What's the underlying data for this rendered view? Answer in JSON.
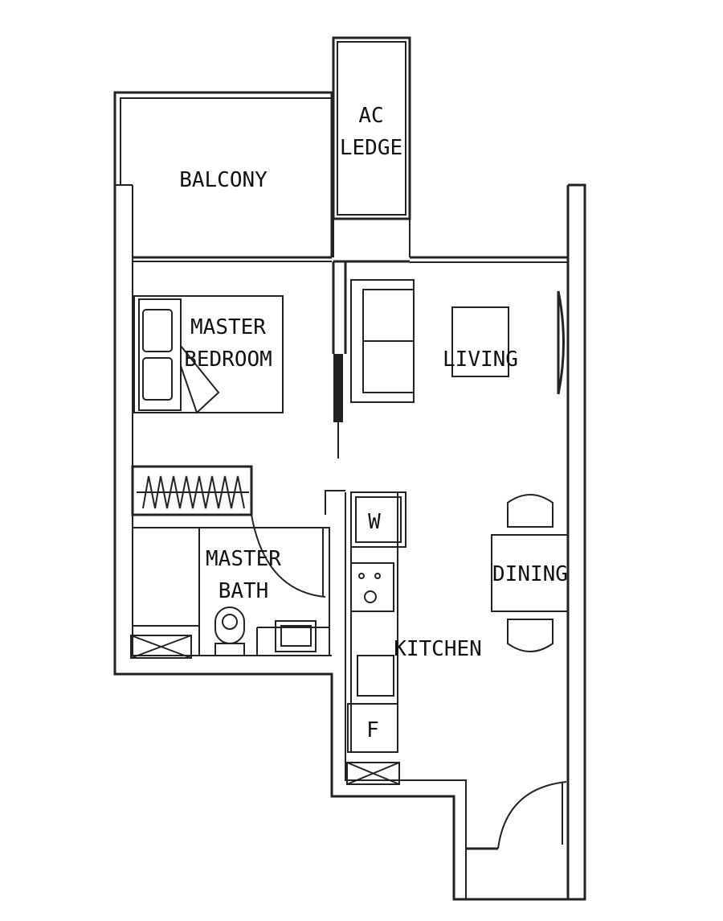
{
  "rooms": {
    "balcony": "BALCONY",
    "ac_ledge_1": "AC",
    "ac_ledge_2": "LEDGE",
    "master_bedroom_1": "MASTER",
    "master_bedroom_2": "BEDROOM",
    "living": "LIVING",
    "master_bath_1": "MASTER",
    "master_bath_2": "BATH",
    "kitchen": "KITCHEN",
    "dining": "DINING",
    "washer": "W",
    "fridge": "F"
  },
  "colors": {
    "line": "#222222",
    "background": "#ffffff"
  }
}
